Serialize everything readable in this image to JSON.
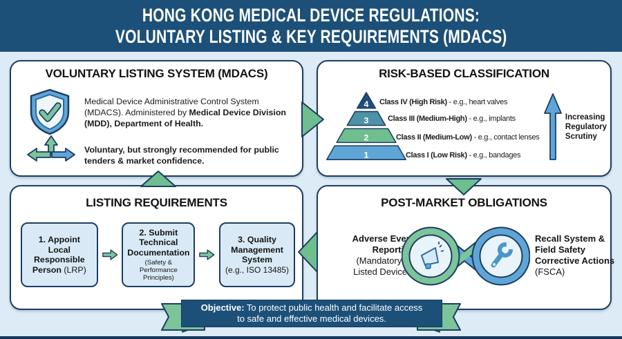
{
  "header": {
    "line1": "HONG KONG MEDICAL DEVICE REGULATIONS:",
    "line2": "VOLUNTARY LISTING & KEY REQUIREMENTS (MDACS)"
  },
  "panels": {
    "voluntary": {
      "title": "VOLUNTARY LISTING SYSTEM (MDACS)",
      "desc_normal": "Medical Device Administrative Control System (MDACS). Administered by ",
      "desc_bold": "Medical Device Division (MDD), Department of Health.",
      "note": "Voluntary, but strongly recommended for public tenders & market confidence."
    },
    "classification": {
      "title": "RISK-BASED CLASSIFICATION",
      "tiers": [
        {
          "num": "4",
          "name": "Class IV (High Risk)",
          "example": " - e.g., heart valves",
          "color": "#1f4e79"
        },
        {
          "num": "3",
          "name": "Class III (Medium-High)",
          "example": " - e.g., implants",
          "color": "#4e92a5"
        },
        {
          "num": "2",
          "name": "Class II (Medium-Low)",
          "example": " - e.g., contact lenses",
          "color": "#6fbe8e"
        },
        {
          "num": "1",
          "name": "Class I (Low Risk)",
          "example": " - e.g., bandages",
          "color": "#5fa6d6"
        }
      ],
      "arrow_lines": [
        "Increasing",
        "Regulatory",
        "Scrutiny"
      ]
    },
    "requirements": {
      "title": "LISTING REQUIREMENTS",
      "steps": [
        {
          "bold": "1. Appoint Local Responsible Person",
          "normal": " (LRP)"
        },
        {
          "bold": "2. Submit Technical Documentation",
          "sub": "(Safety & Performance Principles)"
        },
        {
          "bold": "3. Quality Management System",
          "sub": "(e.g., ISO 13485)"
        }
      ]
    },
    "postmarket": {
      "title": "POST-MARKET OBLIGATIONS",
      "adverse_bold": "Adverse Event Reporting",
      "adverse_normal": "(Mandatory for Listed Devices)",
      "recall_bold": "Recall System & Field Safety Corrective Actions",
      "recall_normal": " (FSCA)"
    }
  },
  "objective": {
    "label": "Objective:",
    "line1_rest": " To protect public health and facilitate access",
    "line2": "to safe and effective medical devices."
  },
  "colors": {
    "header_bg": "#1d5078",
    "outline_navy": "#1d3c64",
    "background": "#dcebf5",
    "green": "#6fbe8e",
    "tail_green": "#7cc49a",
    "fold_green": "#4f9b77",
    "blue": "#5fa6d6",
    "teal": "#4e92a5",
    "tier_navy": "#1f4e79",
    "box_fill": "#d9eaf6",
    "ring_inner": "#e9f4fa"
  }
}
